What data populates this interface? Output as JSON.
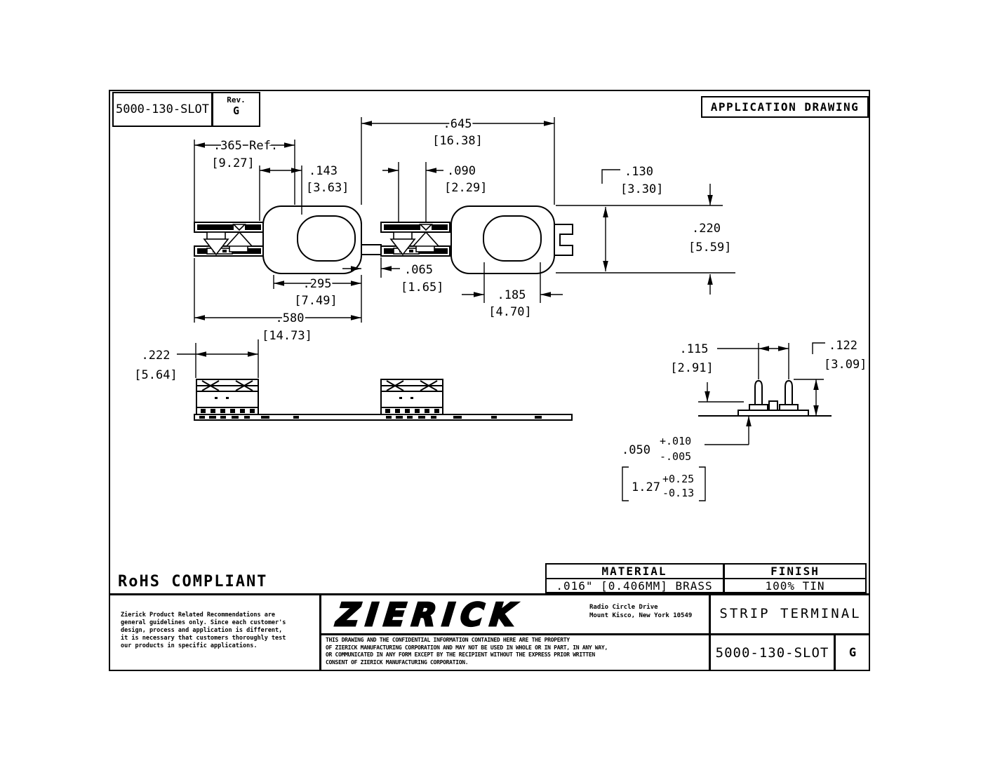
{
  "sheet": {
    "part_number": "5000-130-SLOT",
    "rev_label": "Rev.",
    "rev": "G",
    "drawing_type": "APPLICATION DRAWING",
    "rohs": "RoHS COMPLIANT"
  },
  "dims": {
    "d365": {
      "in": ".365 Ref.",
      "mm": "[9.27]"
    },
    "d143": {
      "in": ".143",
      "mm": "[3.63]"
    },
    "d645": {
      "in": ".645",
      "mm": "[16.38]"
    },
    "d090": {
      "in": ".090",
      "mm": "[2.29]"
    },
    "d130": {
      "in": ".130",
      "mm": "[3.30]"
    },
    "d220": {
      "in": ".220",
      "mm": "[5.59]"
    },
    "d295": {
      "in": ".295",
      "mm": "[7.49]"
    },
    "d065": {
      "in": ".065",
      "mm": "[1.65]"
    },
    "d185": {
      "in": ".185",
      "mm": "[4.70]"
    },
    "d580": {
      "in": ".580",
      "mm": "[14.73]"
    },
    "d222": {
      "in": ".222",
      "mm": "[5.64]"
    },
    "d115": {
      "in": ".115",
      "mm": "[2.91]"
    },
    "d122": {
      "in": ".122",
      "mm": "[3.09]"
    },
    "d050": {
      "in": ".050",
      "plus": "+.010",
      "minus": "-.005",
      "mm": "1.27",
      "mm_plus": "+0.25",
      "mm_minus": "-0.13"
    }
  },
  "material_table": {
    "material_header": "MATERIAL",
    "material_value": ".016\" [0.406MM]  BRASS",
    "finish_header": "FINISH",
    "finish_value": "100% TIN"
  },
  "title_block": {
    "logo": "ZIERICK",
    "address1": "Radio Circle Drive",
    "address2": "Mount Kisco, New York 10549",
    "product": "STRIP TERMINAL",
    "part_number": "5000-130-SLOT",
    "rev": "G",
    "recommendations1": "Zierick Product Related Recommendations are",
    "recommendations2": "general guidelines only. Since each customer's",
    "recommendations3": "design, process and application is different,",
    "recommendations4": "it is necessary that customers thoroughly test",
    "recommendations5": "our products in specific applications.",
    "disclaimer1": "THIS DRAWING AND THE CONFIDENTIAL INFORMATION CONTAINED HERE ARE THE PROPERTY",
    "disclaimer2": "OF ZIERICK MANUFACTURING CORPORATION AND MAY NOT BE USED IN WHOLE OR IN PART, IN ANY WAY,",
    "disclaimer3": "OR COMMUNICATED IN ANY FORM EXCEPT BY THE RECIPIENT WITHOUT THE EXPRESS PRIOR WRITTEN",
    "disclaimer4": "CONSENT OF ZIERICK MANUFACTURING CORPORATION."
  }
}
